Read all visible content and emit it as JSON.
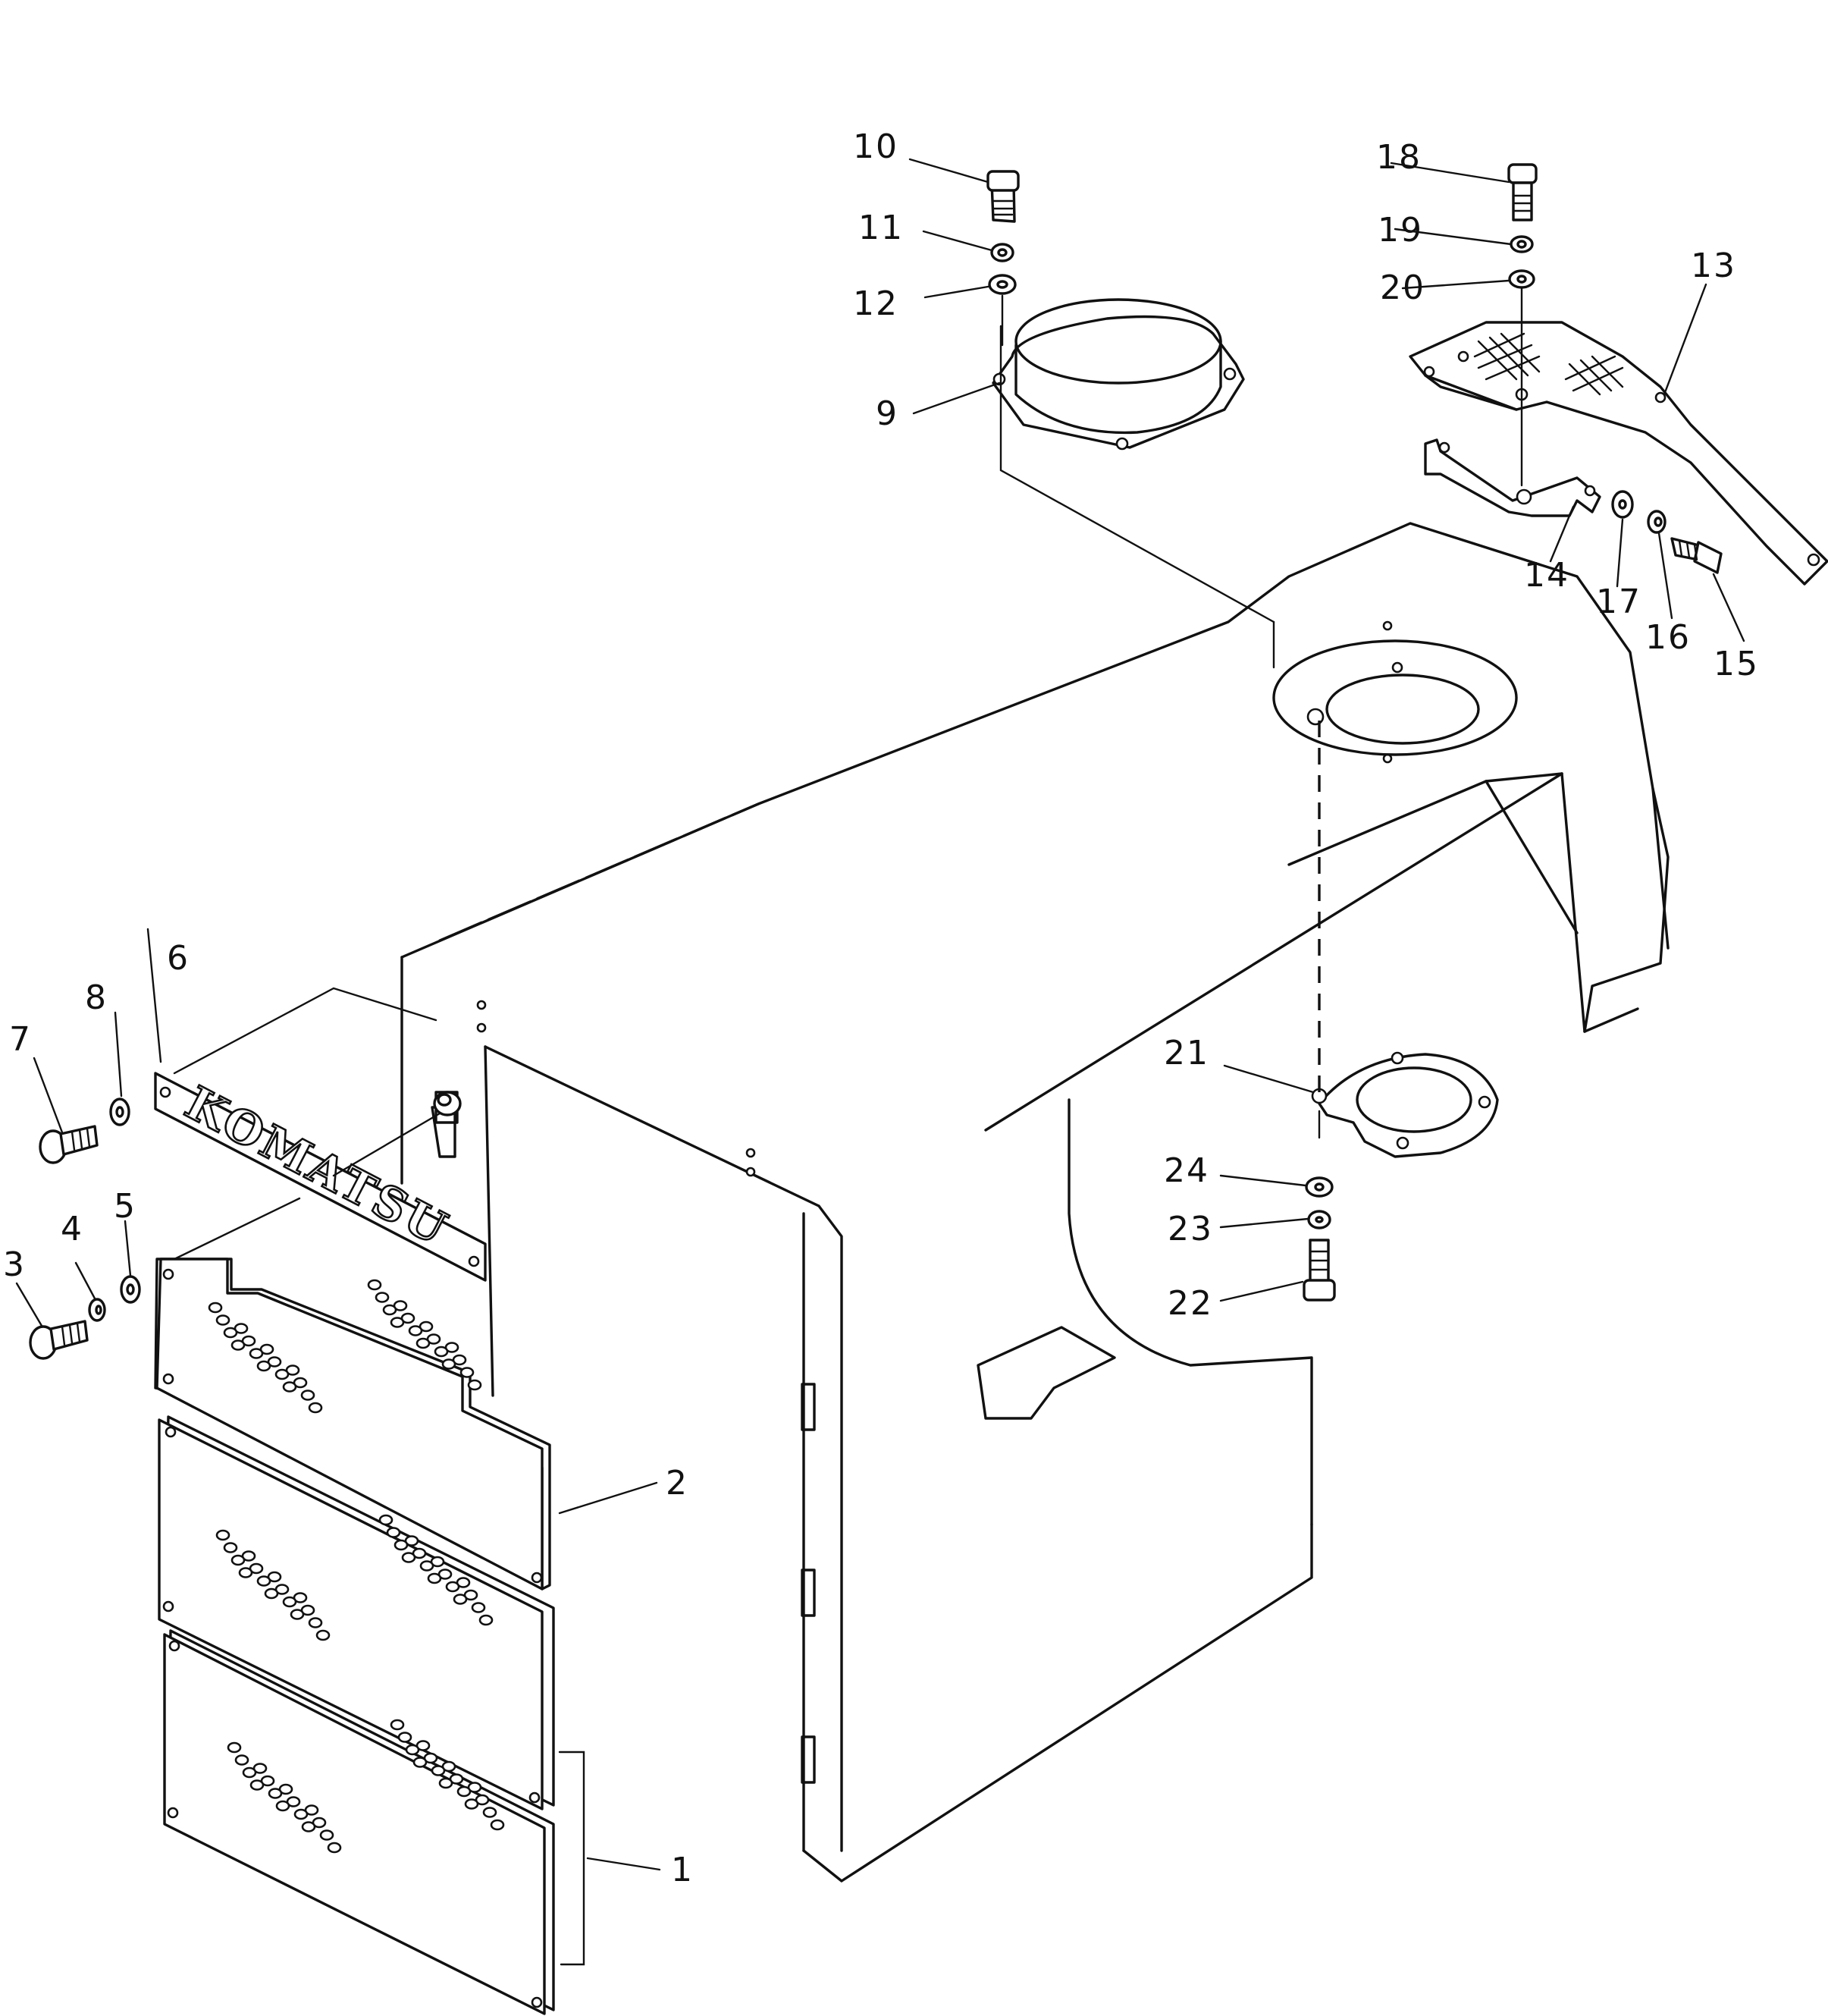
{
  "logo": {
    "text": "KOMATSU"
  },
  "callouts": [
    {
      "id": "c1",
      "label": "1"
    },
    {
      "id": "c2",
      "label": "2"
    },
    {
      "id": "c3",
      "label": "3"
    },
    {
      "id": "c4",
      "label": "4"
    },
    {
      "id": "c5",
      "label": "5"
    },
    {
      "id": "c6",
      "label": "6"
    },
    {
      "id": "c7",
      "label": "7"
    },
    {
      "id": "c8",
      "label": "8"
    },
    {
      "id": "c9",
      "label": "9"
    },
    {
      "id": "c10",
      "label": "10"
    },
    {
      "id": "c11",
      "label": "11"
    },
    {
      "id": "c12",
      "label": "12"
    },
    {
      "id": "c13",
      "label": "13"
    },
    {
      "id": "c14",
      "label": "14"
    },
    {
      "id": "c15",
      "label": "15"
    },
    {
      "id": "c16",
      "label": "16"
    },
    {
      "id": "c17",
      "label": "17"
    },
    {
      "id": "c18",
      "label": "18"
    },
    {
      "id": "c19",
      "label": "19"
    },
    {
      "id": "c20",
      "label": "20"
    },
    {
      "id": "c21",
      "label": "21"
    },
    {
      "id": "c22",
      "label": "22"
    },
    {
      "id": "c23",
      "label": "23"
    },
    {
      "id": "c24",
      "label": "24"
    }
  ]
}
